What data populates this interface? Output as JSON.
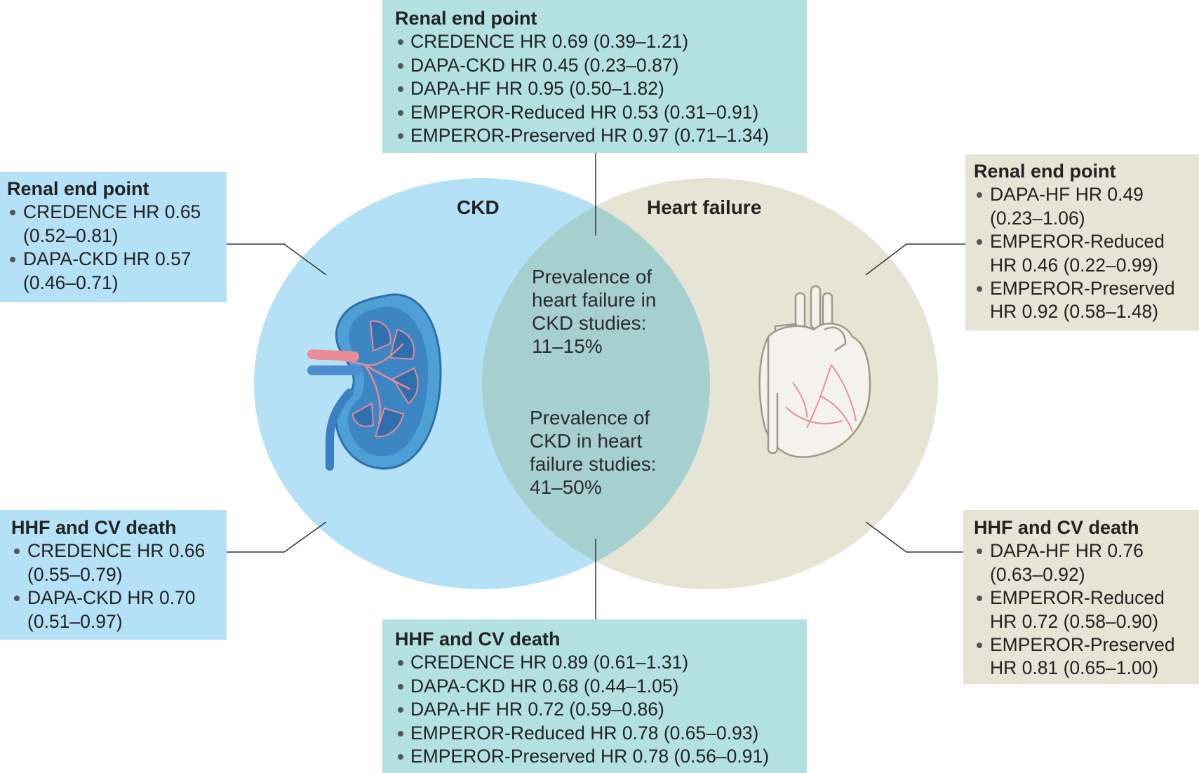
{
  "circles": {
    "ckd": {
      "label": "CKD",
      "color": "#b5e1f6"
    },
    "heart_failure": {
      "label": "Heart failure",
      "color": "#e6e4d5"
    },
    "overlap_color": "#a6cfd0"
  },
  "overlap": {
    "prevalence_hf_in_ckd": "Prevalence of\nheart failure in\nCKD studies:\n11–15%",
    "prevalence_ckd_in_hf": "Prevalence of\nCKD in heart\nfailure studies:\n41–50%"
  },
  "boxes": {
    "top": {
      "title": "Renal end point",
      "items": [
        "CREDENCE HR 0.69 (0.39–1.21)",
        "DAPA-CKD HR 0.45 (0.23–0.87)",
        "DAPA-HF HR 0.95 (0.50–1.82)",
        "EMPEROR-Reduced HR 0.53 (0.31–0.91)",
        "EMPEROR-Preserved HR 0.97 (0.71–1.34)"
      ]
    },
    "bottom": {
      "title": "HHF and CV death",
      "items": [
        "CREDENCE HR 0.89 (0.61–1.31)",
        "DAPA-CKD HR 0.68 (0.44–1.05)",
        "DAPA-HF HR 0.72 (0.59–0.86)",
        "EMPEROR-Reduced HR 0.78 (0.65–0.93)",
        "EMPEROR-Preserved HR 0.78 (0.56–0.91)"
      ]
    },
    "left_renal": {
      "title": "Renal end point",
      "items": [
        "CREDENCE HR 0.65 (0.52–0.81)",
        "DAPA-CKD HR 0.57 (0.46–0.71)"
      ]
    },
    "left_hhf": {
      "title": "HHF and CV death",
      "items": [
        "CREDENCE HR 0.66 (0.55–0.79)",
        "DAPA-CKD HR 0.70 (0.51–0.97)"
      ]
    },
    "right_renal": {
      "title": "Renal end point",
      "items": [
        "DAPA-HF HR 0.49 (0.23–1.06)",
        "EMPEROR-Reduced HR 0.46 (0.22–0.99)",
        "EMPEROR-Preserved HR 0.92 (0.58–1.48)"
      ]
    },
    "right_hhf": {
      "title": "HHF and CV death",
      "items": [
        "DAPA-HF HR 0.76 (0.63–0.92)",
        "EMPEROR-Reduced HR 0.72 (0.58–0.90)",
        "EMPEROR-Preserved HR 0.81 (0.65–1.00)"
      ]
    }
  },
  "icons": {
    "kidney": "kidney-icon",
    "heart": "heart-icon"
  },
  "colors": {
    "teal_box": "#b3e1e2",
    "blue_box": "#b5e1f6",
    "beige_box": "#e6e4d5",
    "connector": "#333333"
  }
}
